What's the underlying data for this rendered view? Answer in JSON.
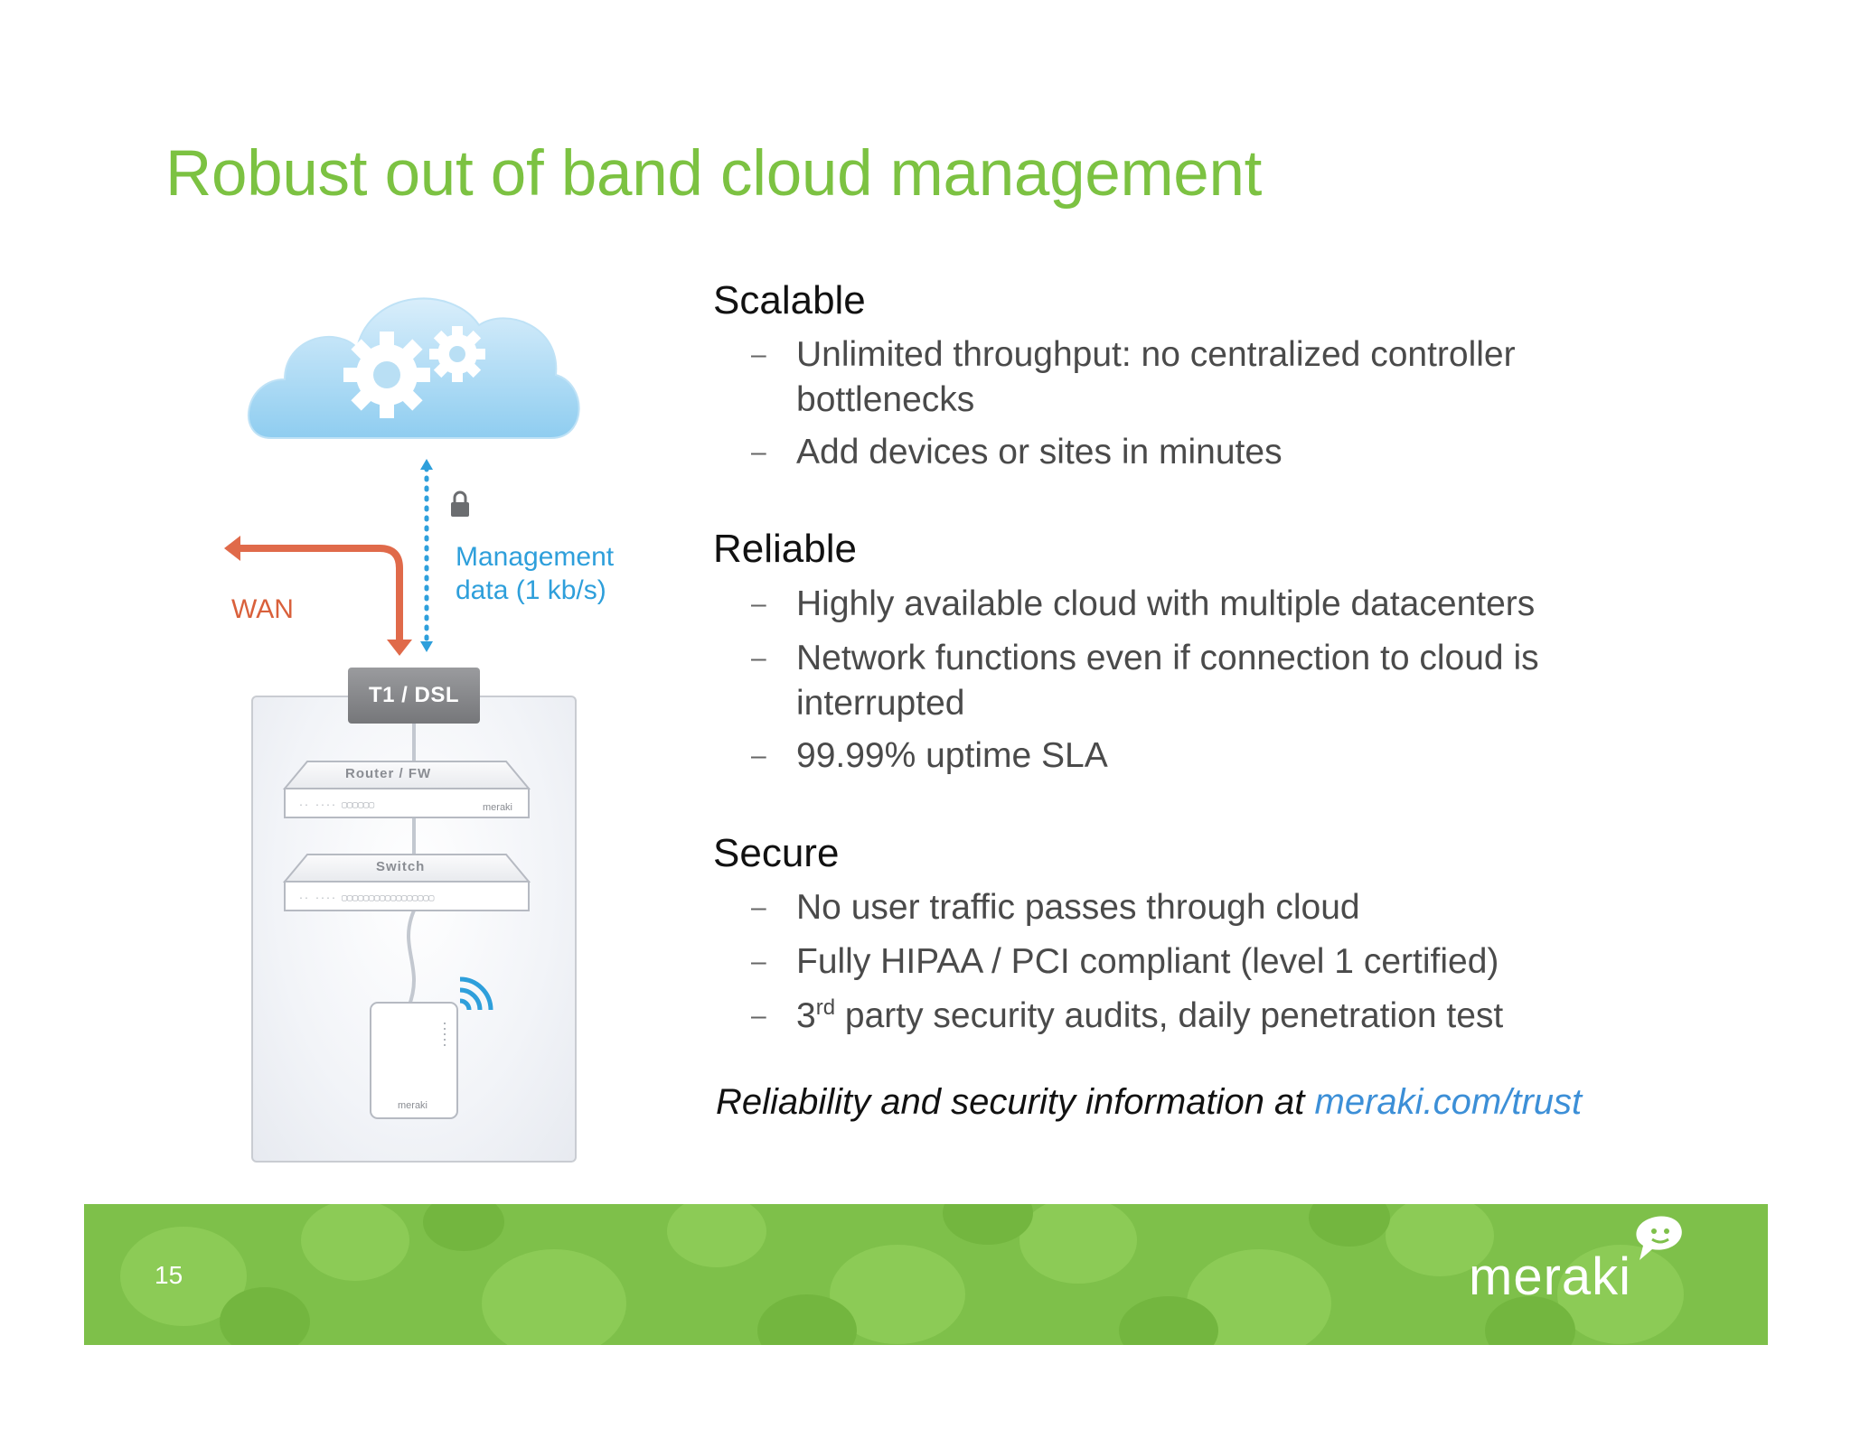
{
  "title": "Robust out of band cloud management",
  "diagram": {
    "wan_label": "WAN",
    "mgmt_label_line1": "Management",
    "mgmt_label_line2": "data (1 kb/s)",
    "t1_label": "T1 / DSL",
    "router_label": "Router / FW",
    "switch_label": "Switch",
    "brand": "meraki"
  },
  "sections": [
    {
      "heading": "Scalable",
      "bullets": [
        "Unlimited throughput: no centralized controller bottlenecks",
        "Add devices or sites in minutes"
      ]
    },
    {
      "heading": "Reliable",
      "bullets": [
        "Highly available cloud with multiple datacenters",
        "Network functions even if connection to cloud is interrupted",
        "99.99% uptime SLA"
      ]
    },
    {
      "heading": "Secure",
      "bullets": [
        "No user traffic passes through cloud",
        "Fully HIPAA / PCI compliant (level 1 certified)"
      ],
      "bullet3_prefix": "3",
      "bullet3_sup": "rd",
      "bullet3_rest": " party security audits, daily penetration test"
    }
  ],
  "dash": "–",
  "footnote_text": "Reliability and security information at ",
  "footnote_link": "meraki.com/trust",
  "footer": {
    "page_number": "15",
    "logo": "meraki"
  },
  "colors": {
    "title": "#7cc242",
    "wan": "#d9603b",
    "mgmt": "#2e9fdb",
    "band": "#7ec04a",
    "link": "#3c8fd7"
  },
  "icons": [
    "cloud-gears-icon",
    "lock-icon",
    "wifi-icon",
    "speech-bubble-logo-icon"
  ]
}
